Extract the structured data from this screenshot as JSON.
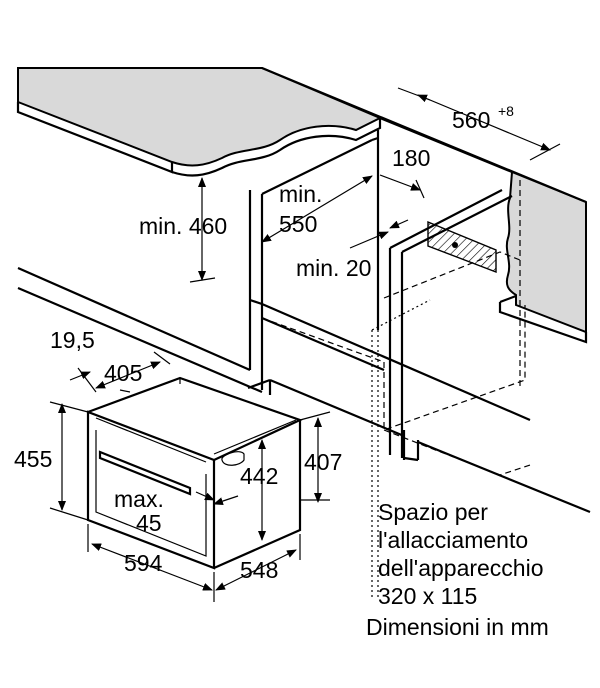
{
  "dimensions": {
    "niche_width": "560",
    "niche_width_tol": "+8",
    "gap_180": "180",
    "min_460": "min. 460",
    "min_550_line1": "min.",
    "min_550_line2": "550",
    "min_20": "min. 20",
    "d_19_5": "19,5",
    "d_405": "405",
    "d_455": "455",
    "d_442": "442",
    "d_407": "407",
    "max_line1": "max.",
    "max_line2": "45",
    "d_594": "594",
    "d_548": "548"
  },
  "notes": {
    "line1": "Spazio per",
    "line2": "l'allacciamento",
    "line3": "dell'apparecchio",
    "line4": "320 x 115",
    "line5": "Dimensioni in mm"
  }
}
